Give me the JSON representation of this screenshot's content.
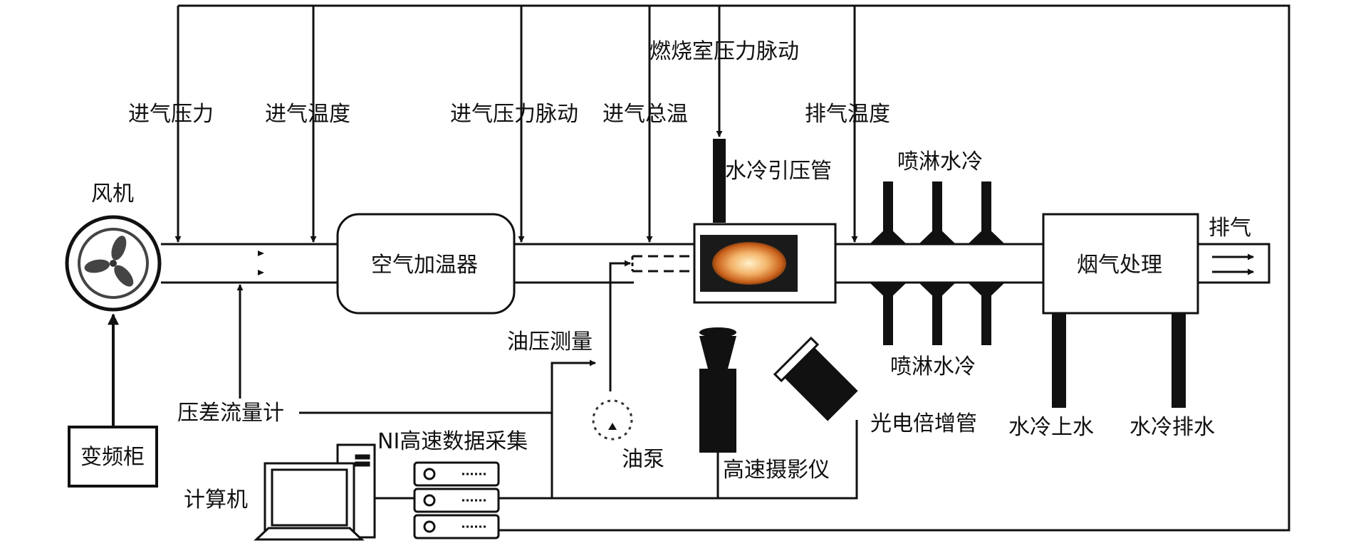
{
  "labels": {
    "fan": "风机",
    "vfd": "变频柜",
    "intake_pressure": "进气压力",
    "intake_temperature": "进气温度",
    "air_heater": "空气加温器",
    "intake_pressure_pulsation": "进气压力脉动",
    "intake_total_temperature": "进气总温",
    "combustor_pressure_pulsation": "燃烧室压力脉动",
    "water_cooled_pressure_tube": "水冷引压管",
    "exhaust_temperature": "排气温度",
    "spray_cooling_top": "喷淋水冷",
    "spray_cooling_bottom": "喷淋水冷",
    "flue_gas_treatment": "烟气处理",
    "exhaust": "排气",
    "dp_flowmeter": "压差流量计",
    "oil_pressure_measurement": "油压测量",
    "oil_pump": "油泵",
    "high_speed_camera": "高速摄影仪",
    "photomultiplier": "光电倍增管",
    "cooling_water_in": "水冷上水",
    "cooling_water_out": "水冷排水",
    "ni_daq": "NI高速数据采集",
    "computer": "计算机"
  },
  "colors": {
    "line": "#111111",
    "flame_core": "#ffd9a0",
    "flame_edge": "#c8601a",
    "chamber_window": "#1a1a1a"
  },
  "icons": {
    "fan": "fan-icon",
    "computer": "computer-icon",
    "server": "server-icon",
    "camera": "camera-icon",
    "pmt": "pmt-icon",
    "pump": "pump-icon"
  }
}
